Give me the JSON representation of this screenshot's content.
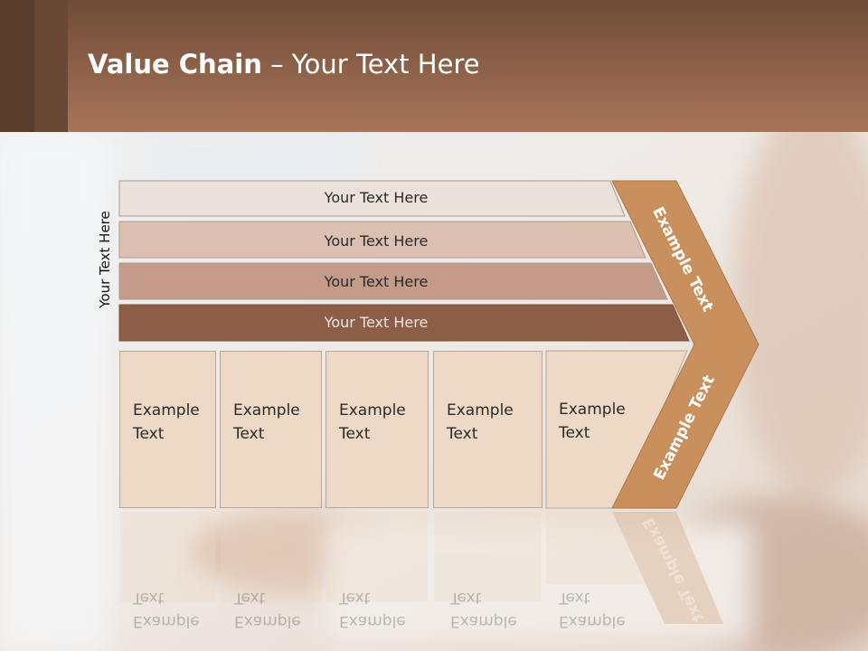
{
  "slide": {
    "title_bold": "Value Chain",
    "title_rest": " – Your Text Here",
    "side_label": "Your Text Here",
    "bands": [
      "Your Text Here",
      "Your Text Here",
      "Your Text Here",
      "Your Text Here"
    ],
    "boxes": [
      {
        "line1": "Example",
        "line2": "Text"
      },
      {
        "line1": "Example",
        "line2": "Text"
      },
      {
        "line1": "Example",
        "line2": "Text"
      },
      {
        "line1": "Example",
        "line2": "Text"
      },
      {
        "line1": "Example",
        "line2": "Text"
      }
    ],
    "arrow_top_text": "Example Text",
    "arrow_bottom_text": "Example Text"
  },
  "colors": {
    "band1": "#ece2db",
    "band2": "#dcc0b2",
    "band3": "#c39b88",
    "band4": "#8c5e48",
    "box": "#edd9c5",
    "chevron": "#c98f5c",
    "header": "#8f624a"
  }
}
